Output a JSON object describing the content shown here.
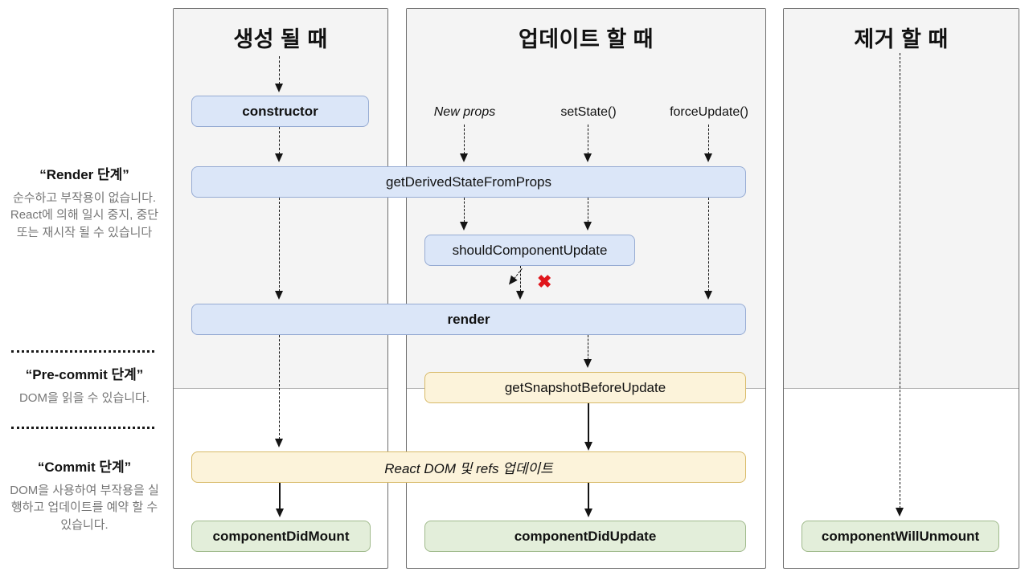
{
  "sidebar": {
    "phases": [
      {
        "title": "“Render 단계”",
        "description": "순수하고 부작용이 없습니다. React에 의해 일시 중지, 중단 또는 재시작 될 수 있습니다"
      },
      {
        "title": "“Pre-commit 단계”",
        "description": "DOM을 읽을 수 있습니다."
      },
      {
        "title": "“Commit 단계”",
        "description": "DOM을 사용하여 부작용을 실행하고 업데이트를 예약 할 수 있습니다."
      }
    ]
  },
  "columns": [
    {
      "title": "생성 될 때"
    },
    {
      "title": "업데이트 할 때"
    },
    {
      "title": "제거 할 때"
    }
  ],
  "triggers": [
    {
      "label": "New props"
    },
    {
      "label": "setState()"
    },
    {
      "label": "forceUpdate()"
    }
  ],
  "methods": {
    "constructor_label": "constructor",
    "get_derived_state_from_props": "getDerivedStateFromProps",
    "should_component_update": "shouldComponentUpdate",
    "render_label": "render",
    "get_snapshot_before_update": "getSnapshotBeforeUpdate",
    "react_dom_update": "React DOM 및 refs 업데이트",
    "component_did_mount": "componentDidMount",
    "component_did_update": "componentDidUpdate",
    "component_will_unmount": "componentWillUnmount"
  },
  "marks": {
    "cancel_icon": "✖"
  },
  "colors": {
    "blue_fill": "#dbe6f8",
    "blue_border": "#96abd3",
    "yellow_fill": "#fcf3da",
    "yellow_border": "#d8ba68",
    "green_fill": "#e3eeda",
    "green_border": "#a0ba8c",
    "panel_gray": "#f4f4f4",
    "cancel_red": "#e0161c"
  }
}
